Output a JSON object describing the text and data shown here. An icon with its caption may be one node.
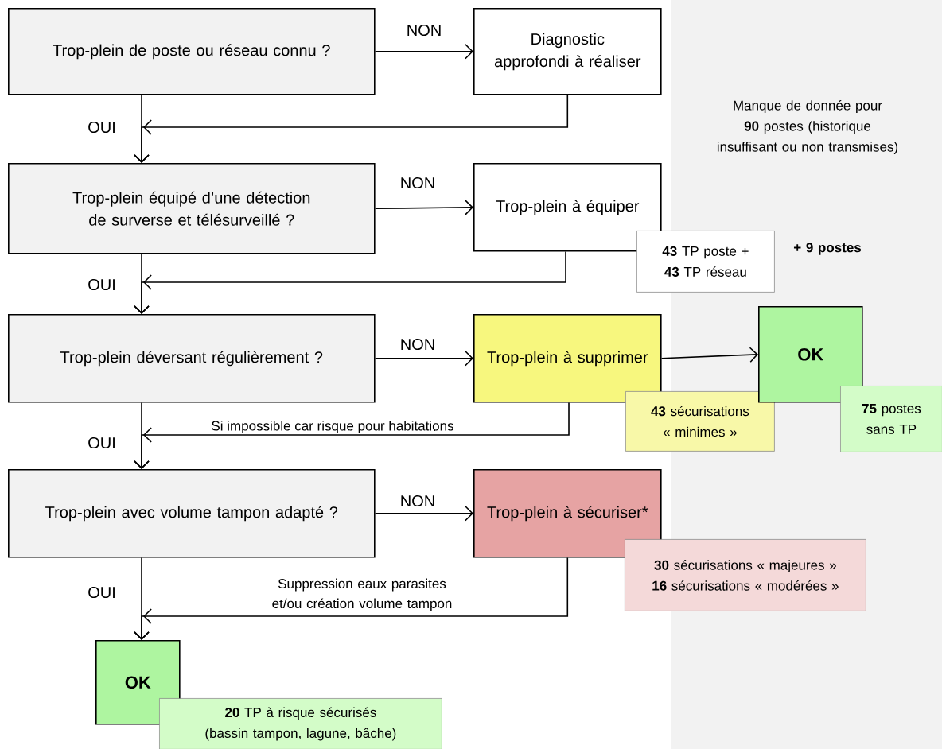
{
  "diagram": {
    "nodes": [
      {
        "text": [
          "Trop-plein de poste ou réseau connu ?"
        ]
      },
      {
        "text": [
          "Diagnostic approfondi à réaliser"
        ]
      },
      {
        "text": [
          "Trop-plein équipé d’une détection de surverse et télésurveillé ?"
        ]
      },
      {
        "text": [
          "Trop-plein à équiper"
        ]
      },
      {
        "text": [
          "**43** TP poste + **43** TP réseau"
        ]
      },
      {
        "text": [
          "Trop-plein déversant régulièrement ?"
        ]
      },
      {
        "text": [
          "Trop-plein à supprimer"
        ]
      },
      {
        "text": [
          "**43** sécurisations « minimes »"
        ]
      },
      {
        "text": [
          "OK"
        ]
      },
      {
        "text": [
          "**75** postes sans TP"
        ]
      },
      {
        "text": [
          "Trop-plein avec volume tampon adapté ?"
        ]
      },
      {
        "text": [
          "Trop-plein à sécuriser*"
        ]
      },
      {
        "text": [
          "**30** sécurisations « majeures »",
          "**16** sécurisations « modérées »"
        ]
      },
      {
        "text": [
          "OK"
        ]
      },
      {
        "text": [
          "**20** TP à risque sécurisés (bassin tampon, lagune, bâche)"
        ]
      }
    ],
    "edges": [
      {
        "from": 0,
        "to": 1,
        "arrow": "to",
        "label": "NON"
      },
      {
        "from": 1,
        "to": 2,
        "arrow": "to"
      },
      {
        "from": 0,
        "to": 2,
        "arrow": "to",
        "label": "OUI"
      },
      {
        "from": 2,
        "to": 3,
        "arrow": "to",
        "label": "NON"
      },
      {
        "from": 3,
        "to": 5,
        "arrow": "to"
      },
      {
        "from": 2,
        "to": 5,
        "arrow": "to",
        "label": "OUI"
      },
      {
        "from": 5,
        "to": 6,
        "arrow": "to",
        "label": "NON"
      },
      {
        "from": 6,
        "to": 8,
        "arrow": "to"
      },
      {
        "from": 6,
        "to": 10,
        "arrow": "to",
        "label": "Si impossible car risque pour habitations"
      },
      {
        "from": 5,
        "to": 10,
        "arrow": "to",
        "label": "OUI"
      },
      {
        "from": 10,
        "to": 11,
        "arrow": "to",
        "label": "NON"
      },
      {
        "from": 11,
        "to": 13,
        "arrow": "to",
        "label": "Suppression eaux parasites et/ou création volume tampon"
      },
      {
        "from": 10,
        "to": 13,
        "arrow": "to",
        "label": "OUI"
      }
    ],
    "labels": [
      "Manque de donnée pour **90** postes (historique insuffisant ou non transmises)",
      "+ 9 postes"
    ]
  }
}
